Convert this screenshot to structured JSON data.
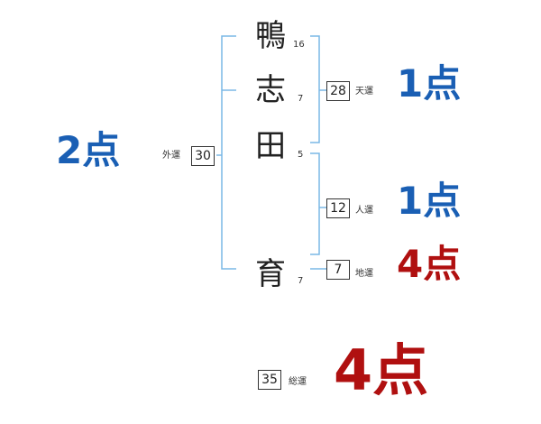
{
  "name_chars": [
    {
      "char": "鴨",
      "strokes": "16"
    },
    {
      "char": "志",
      "strokes": "7"
    },
    {
      "char": "田",
      "strokes": "5"
    },
    {
      "char": "育",
      "strokes": "7"
    }
  ],
  "gaiun": {
    "label": "外運",
    "value": "30",
    "score": "2点"
  },
  "tenun": {
    "label": "天運",
    "value": "28",
    "score": "1点"
  },
  "jinun": {
    "label": "人運",
    "value": "12",
    "score": "1点"
  },
  "chiun": {
    "label": "地運",
    "value": "7",
    "score": "4点"
  },
  "soun": {
    "label": "総運",
    "value": "35",
    "score": "4点"
  },
  "colors": {
    "good": "#1a5fb4",
    "bad": "#b01010",
    "line": "#7ab8e6"
  }
}
